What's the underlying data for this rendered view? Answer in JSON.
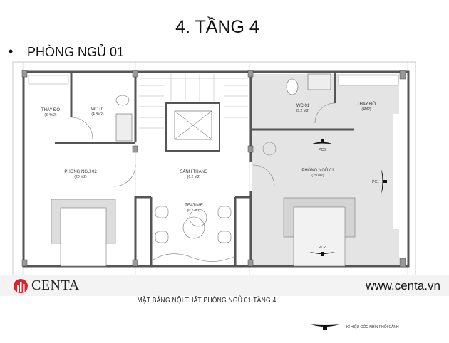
{
  "slide": {
    "title": "4. TẦNG 4",
    "bullet": "•",
    "subtitle": "PHÒNG NGỦ 01"
  },
  "plan": {
    "rooms": [
      {
        "name": "THAY ĐỒ",
        "area": "(3.4M2)"
      },
      {
        "name": "WC 01",
        "area": "(4.8M2)"
      },
      {
        "name": "PHÒNG NGỦ 02",
        "area": "(20 M2)"
      },
      {
        "name": "SẢNH THANG",
        "area": "(6.2 M2)"
      },
      {
        "name": "TEATIME",
        "area": "(6.7 M2)"
      },
      {
        "name": "WC 01",
        "area": "(5.2 M2)"
      },
      {
        "name": "THAY ĐỒ",
        "area": "(4M2)"
      },
      {
        "name": "PHÒNG NGỦ 01",
        "area": "(29 M2)"
      }
    ],
    "viewpoints": [
      "PC1",
      "PC2",
      "PC3"
    ],
    "highlight_color": "#e4e4e4"
  },
  "footer": {
    "brand": "CENTA",
    "website": "www.centa.vn",
    "caption": "MẶT BẰNG NỘI THẤT PHÒNG NGỦ 01 TẦNG 4",
    "legend": "KÍ HIỆU GÓC NHÌN PHỐI CẢNH",
    "brand_color": "#e0202a"
  }
}
